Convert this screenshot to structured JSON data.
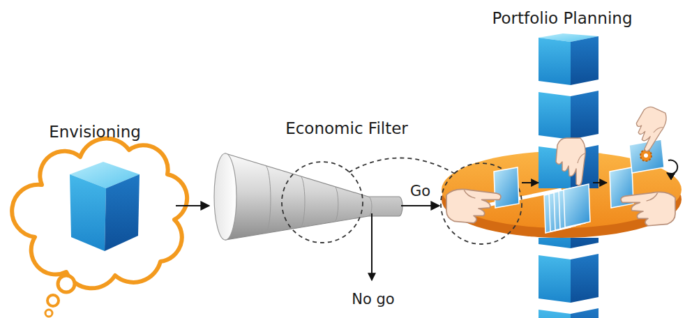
{
  "diagram": {
    "nodes": [
      {
        "text": [
          "Envisioning"
        ]
      },
      {
        "text": [
          "Economic Filter"
        ]
      },
      {
        "text": [
          "Portfolio Planning"
        ]
      }
    ],
    "edges": [
      {
        "from": 0,
        "to": 1,
        "arrow": "to"
      },
      {
        "from": 1,
        "to": 2,
        "label": "Go",
        "arrow": "to"
      }
    ],
    "labels": [
      "No go"
    ]
  }
}
